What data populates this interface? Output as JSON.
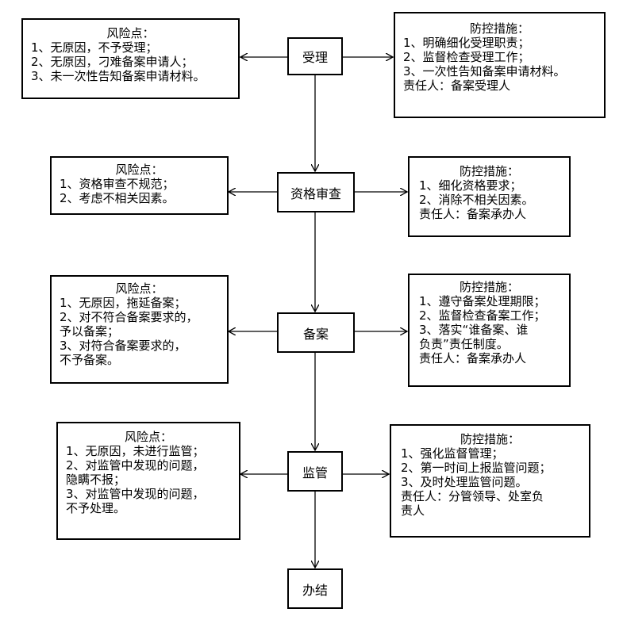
{
  "steps": {
    "accept": "受理",
    "qualify": "资格审查",
    "record": "备案",
    "supervise": "监管",
    "finish": "办结"
  },
  "risk1": {
    "title": "风险点：",
    "lines": [
      "1、无原因，不予受理；",
      "2、无原因，刁难备案申请人；",
      "3、未一次性告知备案申请材料。"
    ]
  },
  "control1": {
    "title": "防控措施：",
    "lines": [
      "1、明确细化受理职责；",
      "2、监督检查受理工作；",
      "3、一次性告知备案申请材料。",
      "责任人：备案受理人"
    ]
  },
  "risk2": {
    "title": "风险点：",
    "lines": [
      "1、资格审查不规范；",
      "2、考虑不相关因素。"
    ]
  },
  "control2": {
    "title": "防控措施：",
    "lines": [
      "1、细化资格要求；",
      "2、消除不相关因素。",
      "责任人：备案承办人"
    ]
  },
  "risk3": {
    "title": "风险点：",
    "lines": [
      "1、无原因，拖延备案；",
      "2、对不符合备案要求的，",
      "予以备案；",
      "3、对符合备案要求的，",
      "不予备案。"
    ]
  },
  "control3": {
    "title": "防控措施：",
    "lines": [
      "1、遵守备案处理期限；",
      "2、监督检查备案工作；",
      "3、落实“谁备案、谁",
      "负责”责任制度。",
      "责任人：备案承办人"
    ]
  },
  "risk4": {
    "title": "风险点：",
    "lines": [
      "1、无原因，未进行监管；",
      "2、对监管中发现的问题，",
      "隐瞒不报；",
      "3、对监管中发现的问题，",
      "不予处理。"
    ]
  },
  "control4": {
    "title": "防控措施：",
    "lines": [
      "1、强化监督管理；",
      "2、第一时间上报监管问题；",
      "3、及时处理监管问题。",
      "责任人：分管领导、处室负",
      "责人"
    ]
  }
}
